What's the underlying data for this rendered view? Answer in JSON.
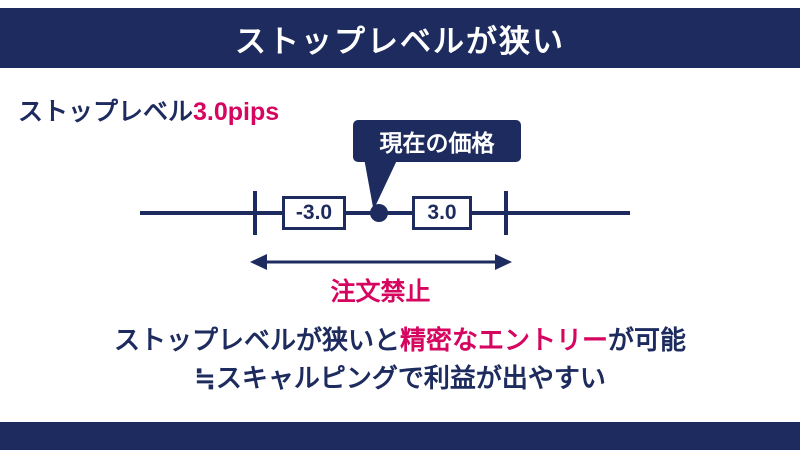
{
  "colors": {
    "navy": "#1d2b5e",
    "pink": "#d6055f"
  },
  "header": {
    "title": "ストップレベルが狭い"
  },
  "stop_level": {
    "label": "ストップレベル",
    "value": "3.0pips"
  },
  "diagram": {
    "callout_label": "現在の価格",
    "left_value": "-3.0",
    "right_value": "3.0",
    "range_label": "注文禁止"
  },
  "caption": {
    "line1_pre": "ストップレベルが狭いと",
    "line1_highlight": "精密なエントリー",
    "line1_post": "が可能",
    "line2": "≒スキャルピングで利益が出やすい"
  }
}
